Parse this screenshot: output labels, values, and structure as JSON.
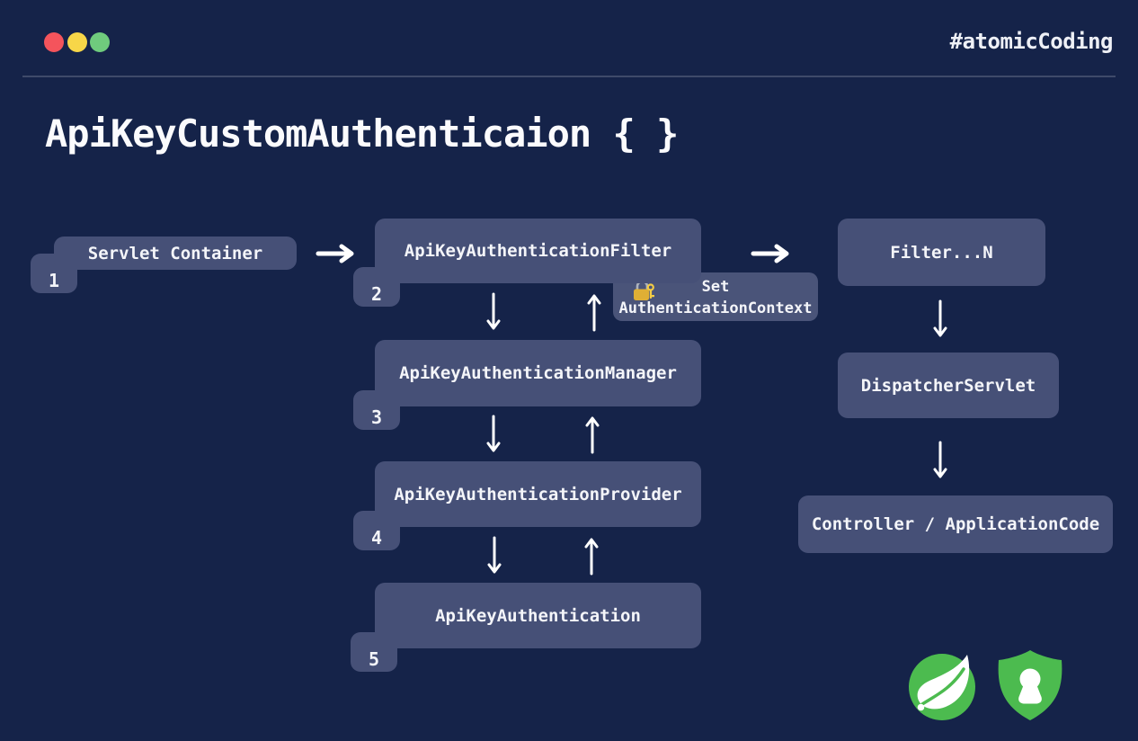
{
  "window": {
    "hashtag": "#atomicCoding",
    "traffic_lights": {
      "close": "#f4545c",
      "minimize": "#f7d648",
      "maximize": "#6fcb7d"
    }
  },
  "title": "ApiKeyCustomAuthenticaion { }",
  "colors": {
    "background": "#152349",
    "node_fill": "#465077",
    "label_fill": "#4a5479",
    "text": "#f4f5f9",
    "divider": "#3f4a6a",
    "logo_green": "#4cbb4f",
    "lock_gold": "#dfaf35",
    "key_gold": "#f3cc45"
  },
  "diagram": {
    "nodes": [
      {
        "id": "servlet-container",
        "label": "Servlet Container",
        "badge": "1"
      },
      {
        "id": "apikey-authentication-filter",
        "label": "ApiKeyAuthenticationFilter",
        "badge": "2"
      },
      {
        "id": "apikey-authentication-manager",
        "label": "ApiKeyAuthenticationManager",
        "badge": "3"
      },
      {
        "id": "apikey-authentication-provider",
        "label": "ApiKeyAuthenticationProvider",
        "badge": "4"
      },
      {
        "id": "apikey-authentication",
        "label": "ApiKeyAuthentication",
        "badge": "5"
      },
      {
        "id": "filter-n",
        "label": "Filter...N"
      },
      {
        "id": "dispatcher-servlet",
        "label": "DispatcherServlet"
      },
      {
        "id": "controller-application-code",
        "label": "Controller / ApplicationCode"
      }
    ],
    "context_label": {
      "icon": "lock-with-key-icon",
      "line1": "Set",
      "line2": "AuthenticationContext"
    },
    "footer_icons": [
      "spring-leaf-logo",
      "spring-security-shield-logo"
    ]
  }
}
